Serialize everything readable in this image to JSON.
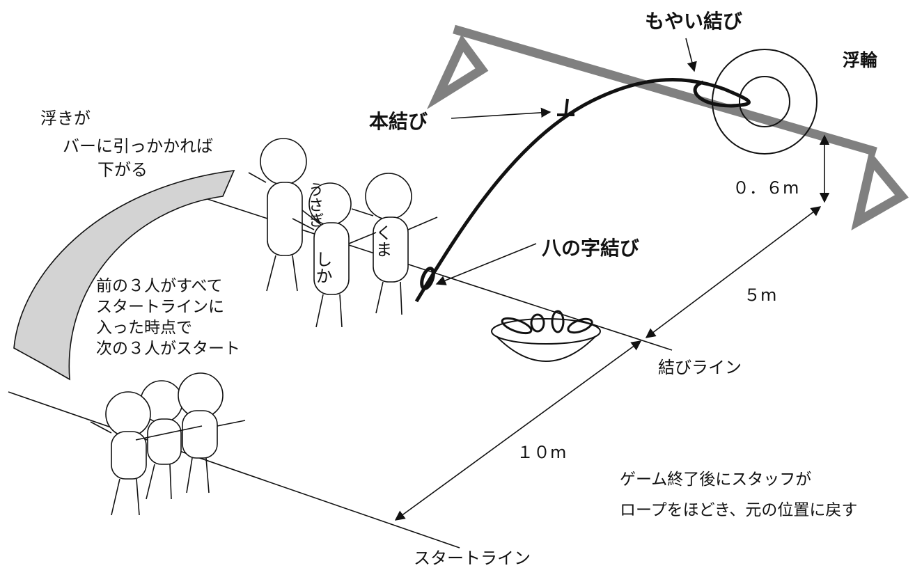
{
  "labels": {
    "moyai": "もやい結び",
    "ukiwa": "浮輪",
    "hon": "本結び",
    "hachi": "八の字結び",
    "d06": "０．６m",
    "d5": "５m",
    "d10": "１０m",
    "musubi_line": "結びライン",
    "start_line": "スタートライン",
    "names": [
      "うさぎ",
      "しか",
      "くま"
    ],
    "note_float": [
      "浮きが",
      "バーに引っかかれば",
      "下がる"
    ],
    "note_start": [
      "前の３人がすべて",
      "スタートラインに",
      "入った時点で",
      "次の３人がスタート"
    ],
    "note_staff": [
      "ゲーム終了後にスタッフが",
      "ロープをほどき、元の位置に戻す"
    ]
  },
  "colors": {
    "bar": "#808080",
    "rope": "#111111",
    "arrow_fill": "#d3d3d3"
  }
}
